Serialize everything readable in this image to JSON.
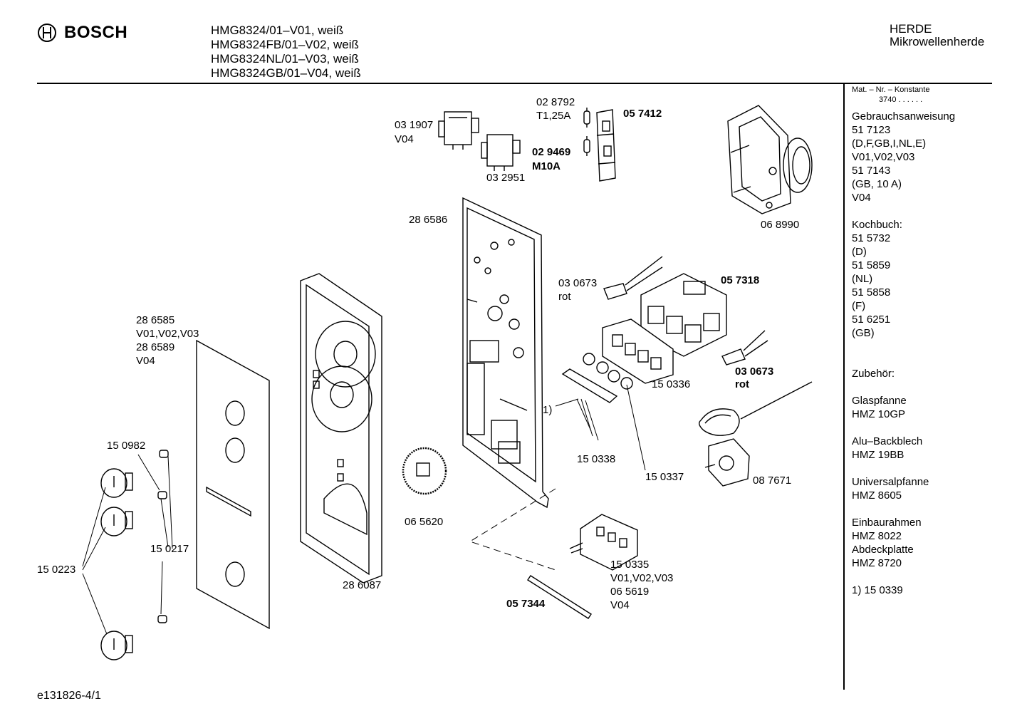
{
  "header": {
    "brand": "BOSCH",
    "models": [
      "HMG8324/01–V01, weiß",
      "HMG8324FB/01–V02, weiß",
      "HMG8324NL/01–V03, weiß",
      "HMG8324GB/01–V04, weiß"
    ],
    "category": "HERDE",
    "subcategory": "Mikrowellenherde"
  },
  "sidebar": {
    "mat_label": "Mat. – Nr. – Konstante",
    "mat_value": "3740 . .  . . . .",
    "gebrauch_title": "Gebrauchsanweisung",
    "gebrauch_lines": [
      "51 7123",
      "(D,F,GB,I,NL,E)",
      "V01,V02,V03",
      "51 7143",
      "(GB, 10 A)",
      "V04"
    ],
    "kochbuch_title": "Kochbuch:",
    "kochbuch_lines": [
      "51 5732",
      "(D)",
      "51 5859",
      "(NL)",
      "51 5858",
      "(F)",
      "51 6251",
      "(GB)"
    ],
    "zubehoer_title": "Zubehör:",
    "accessories": [
      {
        "name": "Glaspfanne",
        "code": "HMZ 10GP"
      },
      {
        "name": "Alu–Backblech",
        "code": "HMZ 19BB"
      },
      {
        "name": "Universalpfanne",
        "code": "HMZ 8605"
      }
    ],
    "einbau_lines": [
      "Einbaurahmen",
      "HMZ 8022",
      "Abdeckplatte",
      "HMZ 8720"
    ],
    "footnote": "1)  15 0339"
  },
  "parts": {
    "p031907": "03 1907",
    "p031907v": "V04",
    "p032951": "03 2951",
    "p028792": "02 8792",
    "p028792t": "T1,25A",
    "p029469": "02 9469",
    "p029469m": "M10A",
    "p057412": "05 7412",
    "p068990": "06 8990",
    "p286586": "28 6586",
    "p030673a": "03 0673",
    "p030673ar": "rot",
    "p057318": "05 7318",
    "p030673b": "03 0673",
    "p030673br": "rot",
    "p286585": "28 6585",
    "p286585v": "V01,V02,V03",
    "p286589": "28 6589",
    "p286589v": "V04",
    "p150336": "15 0336",
    "fn1": "1)",
    "p150338": "15 0338",
    "p150337": "15 0337",
    "p087671": "08 7671",
    "p150982": "15 0982",
    "p150217": "15 0217",
    "p150223": "15 0223",
    "p065620": "06 5620",
    "p286087": "28 6087",
    "p150335": "15 0335",
    "p150335v": "V01,V02,V03",
    "p065619": "06 5619",
    "p065619v": "V04",
    "p057344": "05 7344"
  },
  "footer": {
    "doc_id": "e131826-4/1"
  }
}
